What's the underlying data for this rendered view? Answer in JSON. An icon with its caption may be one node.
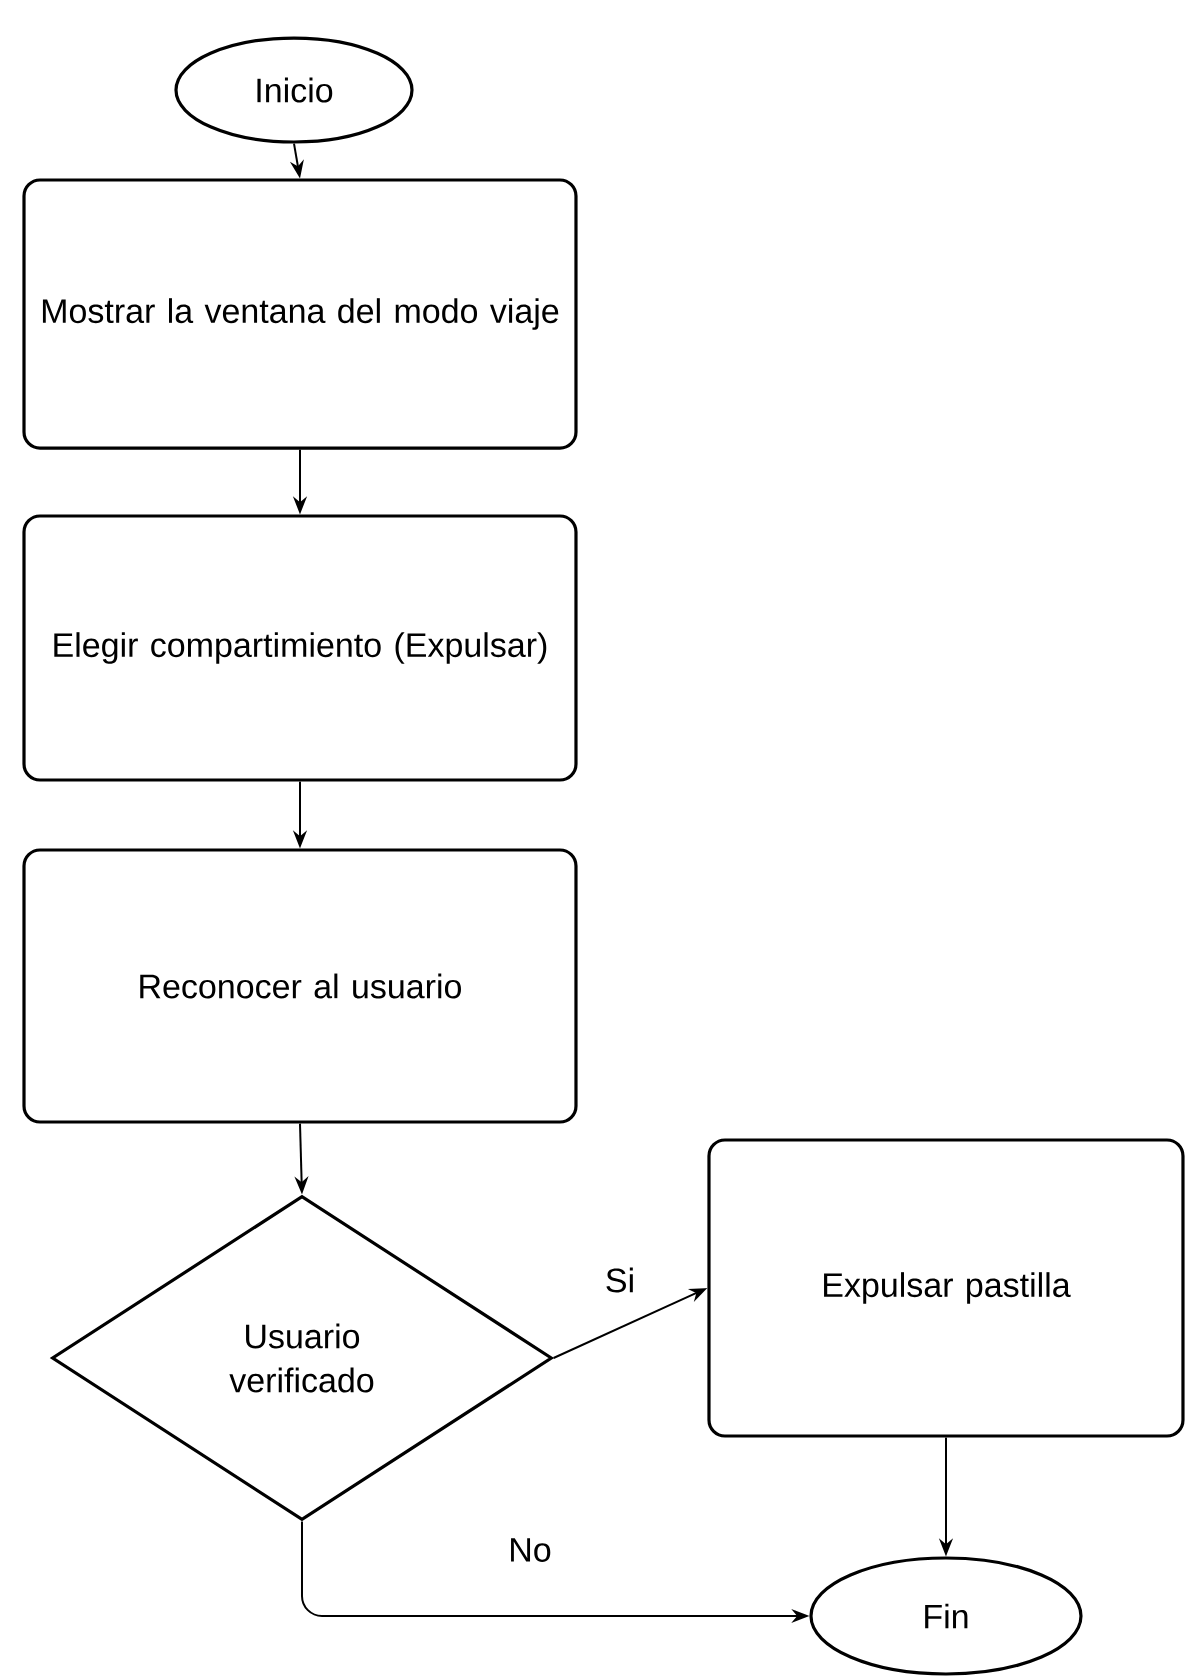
{
  "diagram": {
    "nodes": [
      {
        "text": [
          "Inicio"
        ]
      },
      {
        "text": [
          "Mostrar la ventana del modo viaje"
        ]
      },
      {
        "text": [
          "Elegir compartimiento (Expulsar)"
        ]
      },
      {
        "text": [
          "Reconocer al usuario"
        ]
      },
      {
        "text": [
          "Usuario verificado"
        ]
      },
      {
        "text": [
          "Expulsar pastilla"
        ]
      },
      {
        "text": [
          "Fin"
        ]
      }
    ],
    "edges": [
      {
        "from": 0,
        "to": 1,
        "arrow": "to"
      },
      {
        "from": 1,
        "to": 2,
        "arrow": "to"
      },
      {
        "from": 2,
        "to": 3,
        "arrow": "to"
      },
      {
        "from": 3,
        "to": 4,
        "arrow": "to"
      },
      {
        "from": 4,
        "to": 5,
        "arrow": "to",
        "label": "Si"
      },
      {
        "from": 5,
        "to": 6,
        "arrow": "to"
      },
      {
        "from": 4,
        "to": 6,
        "arrow": "to",
        "label": "No"
      }
    ]
  }
}
